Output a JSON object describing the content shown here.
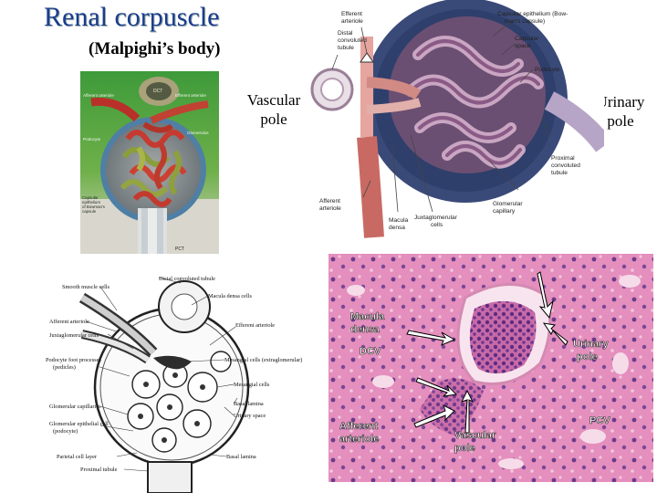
{
  "title": "Renal corpuscle",
  "subtitle": "(Malpighi’s body)",
  "vascular_pole": [
    "Vascular",
    "pole"
  ],
  "urinary_pole": [
    "Urinary",
    "pole"
  ],
  "model_photo": {
    "labels": {
      "dct": "DCT",
      "afferent": "Afferent arteriole",
      "efferent": "Efferent arteriole",
      "glomerulus": "Glomerulus",
      "podocyte": "Podocyte",
      "capsular": [
        "Capsular",
        "epithelium",
        "of Bowman's",
        "capsule"
      ],
      "pct": "PCT"
    }
  },
  "top_illustration": {
    "labels": {
      "efferent": [
        "Efferent",
        "arteriole"
      ],
      "distal": [
        "Distal",
        "convoluted",
        "tubule"
      ],
      "capsular_epithelium": [
        "Capsular epithelium (Bow-",
        "man's capsule)"
      ],
      "capsular_space": [
        "Capsular",
        "space"
      ],
      "podocyte": "Podocyte",
      "proximal": [
        "Proximal",
        "convoluted",
        "tubule"
      ],
      "afferent": [
        "Afferent",
        "arteriole"
      ],
      "macula": [
        "Macula",
        "densa"
      ],
      "juxta": [
        "Juxtaglomerular",
        "cells"
      ],
      "glomerular": [
        "Glomerular",
        "capillary"
      ]
    }
  },
  "line_drawing": {
    "labels": {
      "distal": "Distal convoluted tubule",
      "smooth": "Smooth muscle cells",
      "macula": "Macula densa cells",
      "afferent": "Afferent arteriole",
      "efferent": "Efferent arteriole",
      "juxta": "Juxtaglomerular cells",
      "mesangial_extra": "Mesangial cells (extraglomerular)",
      "podocyte_foot": [
        "Podocyte foot processes",
        "(pedicles)"
      ],
      "mesangial": "Mesangial cells",
      "glomerular_cap": "Glomerular capillaries",
      "basal_lamina": "Basal lamina",
      "urinary_space": "Urinary space",
      "glom_epi": [
        "Glomerular epithelial cell",
        "(podocyte)"
      ],
      "parietal": "Parietal cell layer",
      "basal_lamina_2": "Basal lamina",
      "proximal": "Proximal tubule"
    }
  },
  "micrograph": {
    "labels": {
      "macula": [
        "Macula",
        "densa"
      ],
      "dcv": "DCV",
      "urinary": [
        "Urinary",
        "pole"
      ],
      "afferent": [
        "Afferent",
        "arteriole"
      ],
      "vascular": [
        "Vascular",
        "pole"
      ],
      "pcv": "PCV"
    }
  }
}
